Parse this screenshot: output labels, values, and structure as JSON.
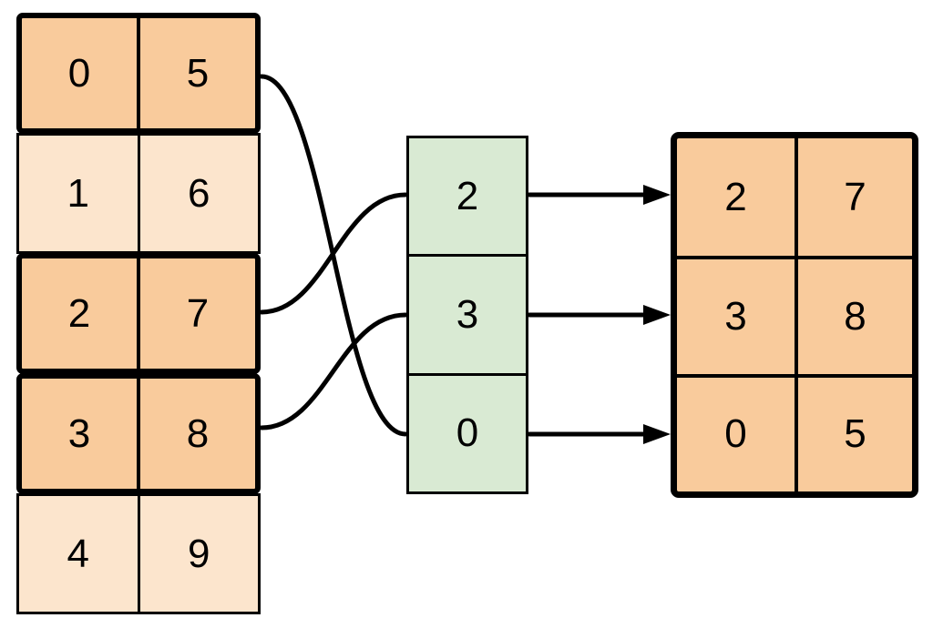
{
  "diagram": {
    "left_table": {
      "rows": [
        {
          "c0": "0",
          "c1": "5",
          "highlighted": true
        },
        {
          "c0": "1",
          "c1": "6",
          "highlighted": false
        },
        {
          "c0": "2",
          "c1": "7",
          "highlighted": true
        },
        {
          "c0": "3",
          "c1": "8",
          "highlighted": true
        },
        {
          "c0": "4",
          "c1": "9",
          "highlighted": false
        }
      ]
    },
    "index_column": {
      "cells": {
        "0": "2",
        "1": "3",
        "2": "0"
      }
    },
    "result_table": {
      "rows": [
        {
          "c0": "2",
          "c1": "7"
        },
        {
          "c0": "3",
          "c1": "8"
        },
        {
          "c0": "0",
          "c1": "5"
        }
      ]
    },
    "connections": [
      {
        "from_source_row": "0",
        "to_index_cell": "0"
      },
      {
        "from_source_row": "2",
        "to_index_cell": "2"
      },
      {
        "from_source_row": "3",
        "to_index_cell": "3"
      }
    ],
    "colors": {
      "highlight_orange": "#F9CB9C",
      "light_orange": "#FCE5CD",
      "index_green": "#D9EAD3",
      "line_black": "#000000",
      "background": "#FFFFFF"
    }
  }
}
